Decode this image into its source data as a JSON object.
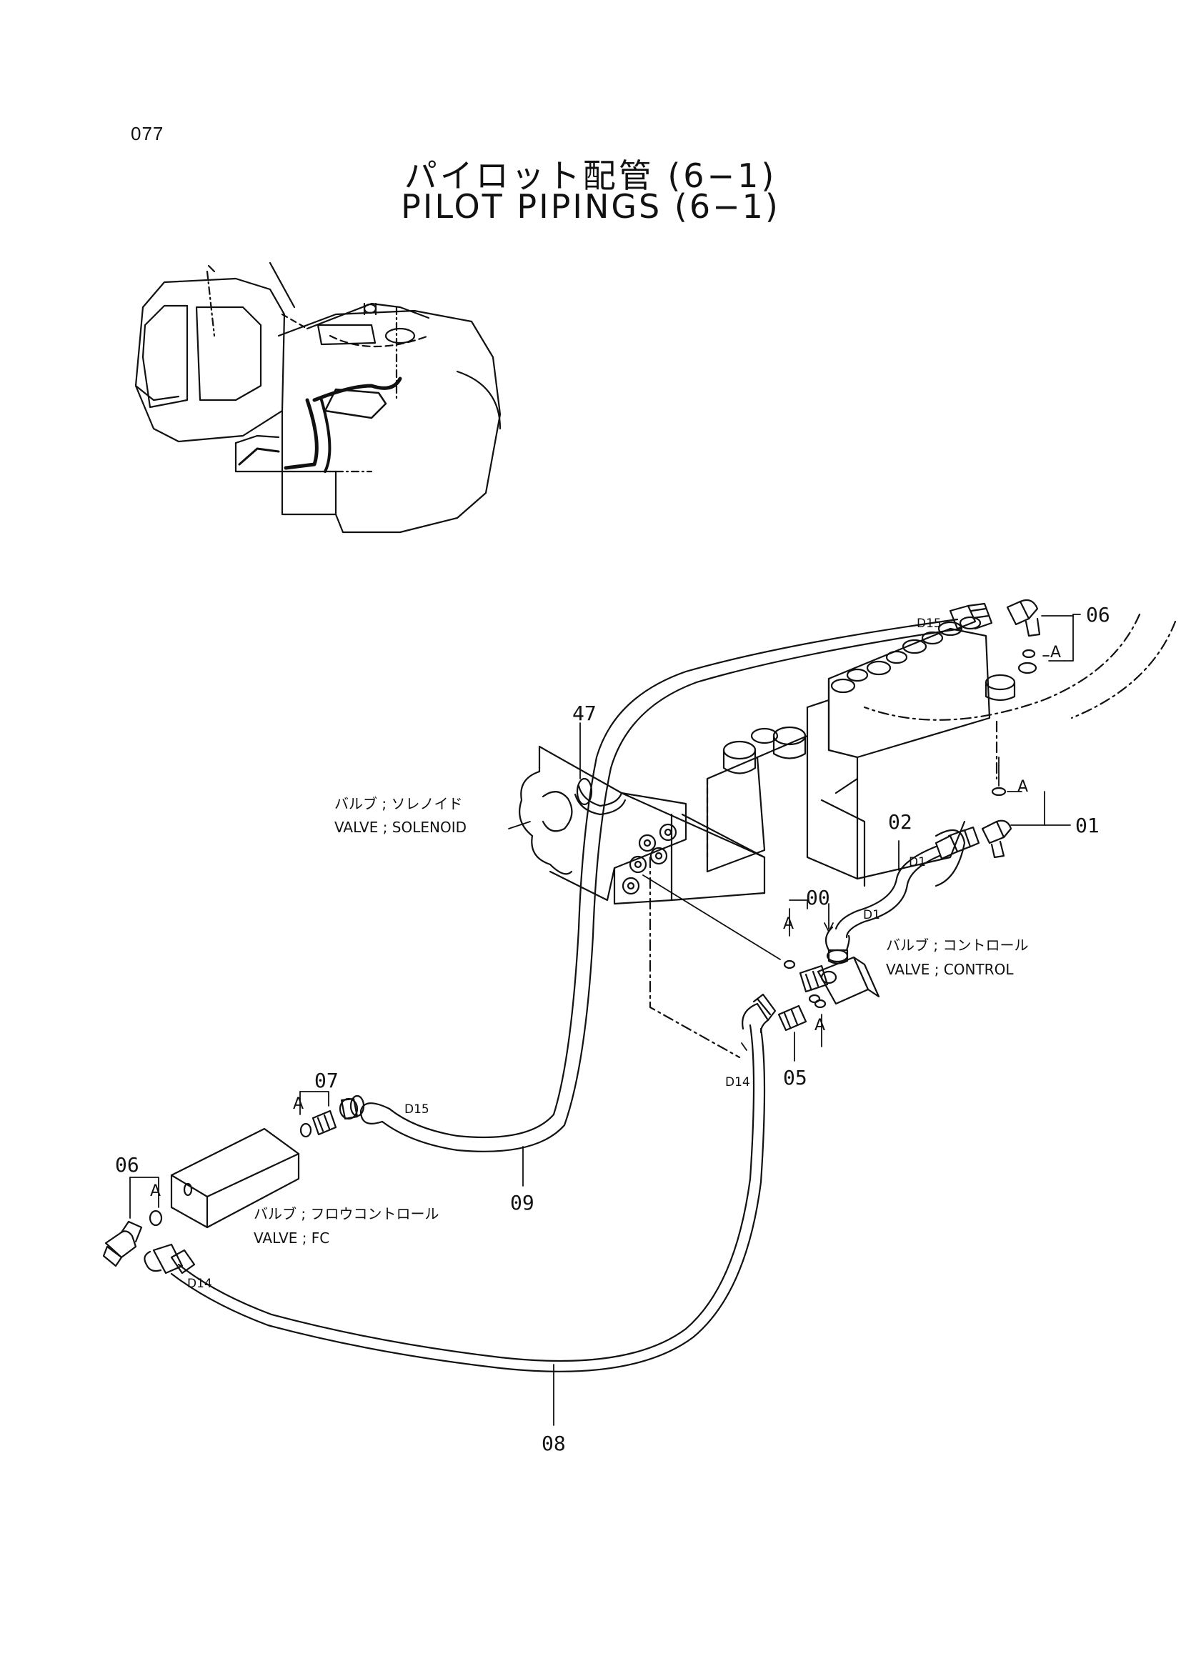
{
  "page_number": "077",
  "title": {
    "jp": "パイロット配管  (6−1)",
    "en": "PILOT  PIPINGS  (6−1)"
  },
  "callouts": {
    "p47": "47",
    "p06_top": "06",
    "p01": "01",
    "p02": "02",
    "p00": "00",
    "p05": "05",
    "p07": "07",
    "p09": "09",
    "p06_left": "06",
    "p08": "08"
  },
  "size_marks": {
    "d15_top": "D15",
    "d1_upper": "D1",
    "d1_lower": "D1",
    "d14_mid": "D14",
    "d15_mid": "D15",
    "d14_low": "D14"
  },
  "port_marks": {
    "a_top": "A",
    "a_right": "A",
    "a_center": "A",
    "a_lower": "A",
    "a_07": "A",
    "a_06": "A"
  },
  "part_labels": {
    "solenoid_jp": "バルブ ; ソレノイド",
    "solenoid_en": "VALVE ; SOLENOID",
    "control_jp": "バルブ ; コントロール",
    "control_en": "VALVE ; CONTROL",
    "fc_jp": "バルブ ; フロウコントロール",
    "fc_en": "VALVE ; FC"
  }
}
